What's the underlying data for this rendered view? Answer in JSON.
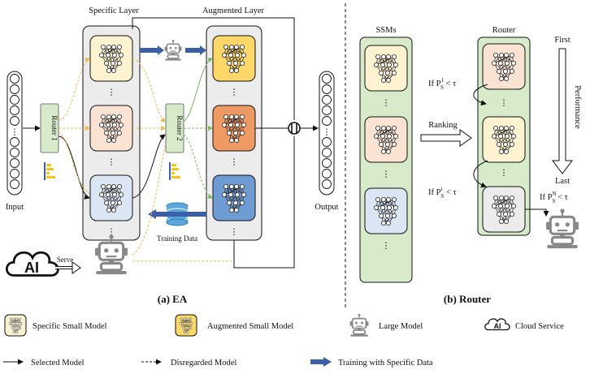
{
  "panel_a": {
    "input_label": "Input",
    "output_label": "Output",
    "specific_layer_label": "Specific Layer",
    "augmented_layer_label": "Augmented Layer",
    "router1_label": "Router 1",
    "router2_label": "Router 2",
    "training_data_label": "Training Data",
    "serve_label": "Serve",
    "cloud_text": "AI",
    "caption": "(a) EA"
  },
  "panel_b": {
    "ssms_label": "SSMs",
    "router_label": "Router",
    "ranking_label": "Ranking",
    "first_label": "First",
    "last_label": "Last",
    "performance_label": "Performance",
    "cond1_prefix": "If P",
    "cond1_sup": "1",
    "cond1_sub": "S",
    "condi_sup": "i",
    "condN_sup": "N",
    "cond_suffix": " < τ",
    "caption": "(b) Router"
  },
  "legend": {
    "specific_small_model": "Specific Small Model",
    "augmented_small_model": "Augmented Small Model",
    "large_model": "Large Model",
    "cloud_service": "Cloud Service",
    "cloud_text": "AI",
    "selected_model": "Selected Model",
    "disregarded_model": "Disregarded Model",
    "training_specific": "Training with Specific Data"
  },
  "colors": {
    "yellow_light": "#fdf3d0",
    "orange_light": "#fbe3d3",
    "blue_light": "#dbe6f4",
    "yellow_aug": "#fdd868",
    "orange_aug": "#ef9a63",
    "blue_aug": "#6f9bd3",
    "green_panel": "#d7ebcb",
    "layer_gray": "#ececec",
    "arrow_blue": "#3a5fa8",
    "dash_orange": "#f2b84b",
    "dash_green": "#7bb661"
  }
}
